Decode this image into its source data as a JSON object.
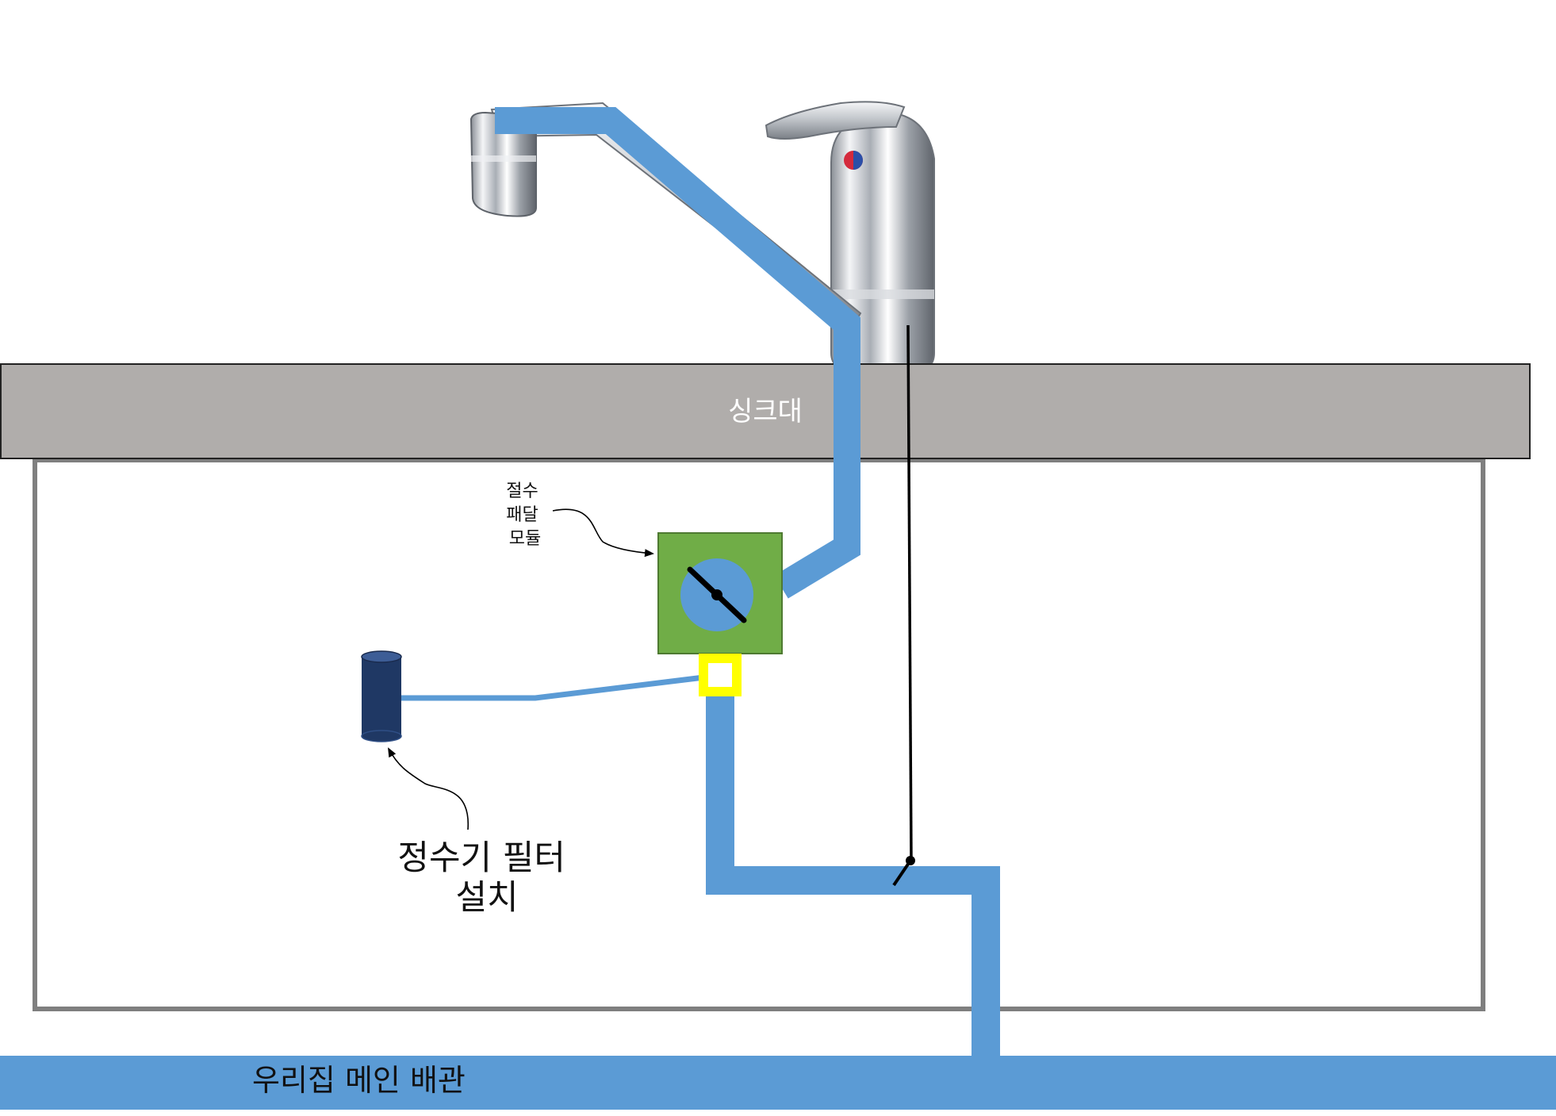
{
  "labels": {
    "sink": "싱크대",
    "pedal_module": [
      "절수",
      "패달",
      "모듈"
    ],
    "filter_install": [
      "정수기 필터",
      "설치"
    ],
    "main_pipe": "우리집 메인 배관"
  },
  "colors": {
    "pipe": "#5b9bd5",
    "countertop": "#b0adab",
    "cabinet_border": "#7f7f7f",
    "module": "#70ad47",
    "connector": "#ffff00",
    "filter": "#1f3864",
    "cable": "#000000",
    "faucet_chrome": "#c9ccd1"
  },
  "icons": {
    "faucet": "faucet-icon",
    "valve": "valve-dial-icon",
    "filter": "filter-cartridge-icon"
  }
}
